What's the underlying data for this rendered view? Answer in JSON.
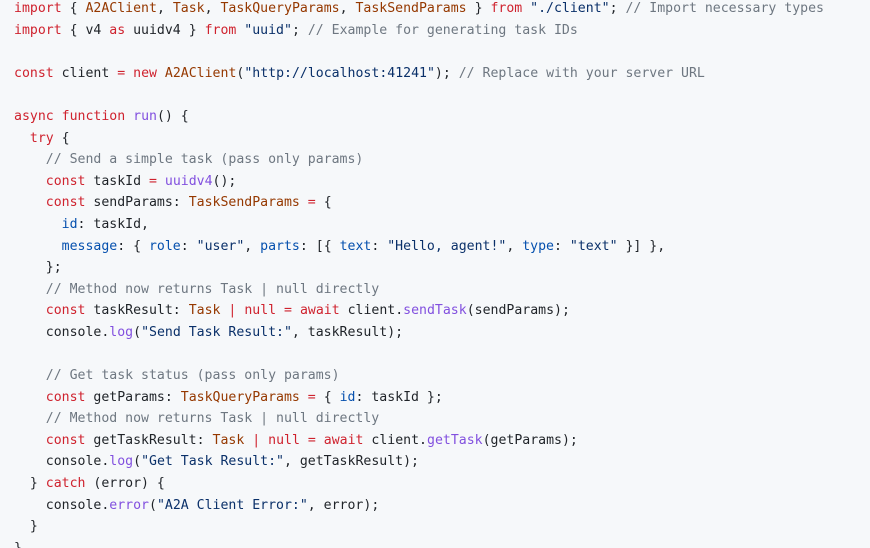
{
  "colors": {
    "background": "#f6f8fa",
    "keyword": "#cf222e",
    "string": "#0a3069",
    "comment": "#6e7781",
    "type": "#953800",
    "function": "#8250df",
    "property": "#0550ae",
    "text": "#1f2328"
  },
  "code": {
    "lines": [
      [
        [
          "kw",
          "import"
        ],
        [
          "plain",
          " { "
        ],
        [
          "type",
          "A2AClient"
        ],
        [
          "plain",
          ", "
        ],
        [
          "type",
          "Task"
        ],
        [
          "plain",
          ", "
        ],
        [
          "type",
          "TaskQueryParams"
        ],
        [
          "plain",
          ", "
        ],
        [
          "type",
          "TaskSendParams"
        ],
        [
          "plain",
          " } "
        ],
        [
          "kw",
          "from"
        ],
        [
          "plain",
          " "
        ],
        [
          "str",
          "\"./client\""
        ],
        [
          "plain",
          "; "
        ],
        [
          "com",
          "// Import necessary types"
        ]
      ],
      [
        [
          "kw",
          "import"
        ],
        [
          "plain",
          " { v4 "
        ],
        [
          "kw",
          "as"
        ],
        [
          "plain",
          " uuidv4 } "
        ],
        [
          "kw",
          "from"
        ],
        [
          "plain",
          " "
        ],
        [
          "str",
          "\"uuid\""
        ],
        [
          "plain",
          "; "
        ],
        [
          "com",
          "// Example for generating task IDs"
        ]
      ],
      [],
      [
        [
          "kw",
          "const"
        ],
        [
          "plain",
          " client "
        ],
        [
          "kw",
          "="
        ],
        [
          "plain",
          " "
        ],
        [
          "kw",
          "new"
        ],
        [
          "plain",
          " "
        ],
        [
          "type",
          "A2AClient"
        ],
        [
          "plain",
          "("
        ],
        [
          "str",
          "\"http://localhost:41241\""
        ],
        [
          "plain",
          "); "
        ],
        [
          "com",
          "// Replace with your server URL"
        ]
      ],
      [],
      [
        [
          "kw",
          "async"
        ],
        [
          "plain",
          " "
        ],
        [
          "kw",
          "function"
        ],
        [
          "plain",
          " "
        ],
        [
          "fn",
          "run"
        ],
        [
          "plain",
          "() {"
        ]
      ],
      [
        [
          "plain",
          "  "
        ],
        [
          "kw",
          "try"
        ],
        [
          "plain",
          " {"
        ]
      ],
      [
        [
          "plain",
          "    "
        ],
        [
          "com",
          "// Send a simple task (pass only params)"
        ]
      ],
      [
        [
          "plain",
          "    "
        ],
        [
          "kw",
          "const"
        ],
        [
          "plain",
          " taskId "
        ],
        [
          "kw",
          "="
        ],
        [
          "plain",
          " "
        ],
        [
          "fn",
          "uuidv4"
        ],
        [
          "plain",
          "();"
        ]
      ],
      [
        [
          "plain",
          "    "
        ],
        [
          "kw",
          "const"
        ],
        [
          "plain",
          " sendParams: "
        ],
        [
          "type",
          "TaskSendParams"
        ],
        [
          "plain",
          " "
        ],
        [
          "kw",
          "="
        ],
        [
          "plain",
          " {"
        ]
      ],
      [
        [
          "plain",
          "      "
        ],
        [
          "prop",
          "id"
        ],
        [
          "plain",
          ": taskId,"
        ]
      ],
      [
        [
          "plain",
          "      "
        ],
        [
          "prop",
          "message"
        ],
        [
          "plain",
          ": { "
        ],
        [
          "prop",
          "role"
        ],
        [
          "plain",
          ": "
        ],
        [
          "str",
          "\"user\""
        ],
        [
          "plain",
          ", "
        ],
        [
          "prop",
          "parts"
        ],
        [
          "plain",
          ": [{ "
        ],
        [
          "prop",
          "text"
        ],
        [
          "plain",
          ": "
        ],
        [
          "str",
          "\"Hello, agent!\""
        ],
        [
          "plain",
          ", "
        ],
        [
          "prop",
          "type"
        ],
        [
          "plain",
          ": "
        ],
        [
          "str",
          "\"text\""
        ],
        [
          "plain",
          " }] },"
        ]
      ],
      [
        [
          "plain",
          "    };"
        ]
      ],
      [
        [
          "plain",
          "    "
        ],
        [
          "com",
          "// Method now returns Task | null directly"
        ]
      ],
      [
        [
          "plain",
          "    "
        ],
        [
          "kw",
          "const"
        ],
        [
          "plain",
          " taskResult: "
        ],
        [
          "type",
          "Task"
        ],
        [
          "plain",
          " "
        ],
        [
          "kw",
          "|"
        ],
        [
          "plain",
          " "
        ],
        [
          "kw",
          "null"
        ],
        [
          "plain",
          " "
        ],
        [
          "kw",
          "="
        ],
        [
          "plain",
          " "
        ],
        [
          "kw",
          "await"
        ],
        [
          "plain",
          " client."
        ],
        [
          "fn",
          "sendTask"
        ],
        [
          "plain",
          "(sendParams);"
        ]
      ],
      [
        [
          "plain",
          "    console."
        ],
        [
          "fn",
          "log"
        ],
        [
          "plain",
          "("
        ],
        [
          "str",
          "\"Send Task Result:\""
        ],
        [
          "plain",
          ", taskResult);"
        ]
      ],
      [],
      [
        [
          "plain",
          "    "
        ],
        [
          "com",
          "// Get task status (pass only params)"
        ]
      ],
      [
        [
          "plain",
          "    "
        ],
        [
          "kw",
          "const"
        ],
        [
          "plain",
          " getParams: "
        ],
        [
          "type",
          "TaskQueryParams"
        ],
        [
          "plain",
          " "
        ],
        [
          "kw",
          "="
        ],
        [
          "plain",
          " { "
        ],
        [
          "prop",
          "id"
        ],
        [
          "plain",
          ": taskId };"
        ]
      ],
      [
        [
          "plain",
          "    "
        ],
        [
          "com",
          "// Method now returns Task | null directly"
        ]
      ],
      [
        [
          "plain",
          "    "
        ],
        [
          "kw",
          "const"
        ],
        [
          "plain",
          " getTaskResult: "
        ],
        [
          "type",
          "Task"
        ],
        [
          "plain",
          " "
        ],
        [
          "kw",
          "|"
        ],
        [
          "plain",
          " "
        ],
        [
          "kw",
          "null"
        ],
        [
          "plain",
          " "
        ],
        [
          "kw",
          "="
        ],
        [
          "plain",
          " "
        ],
        [
          "kw",
          "await"
        ],
        [
          "plain",
          " client."
        ],
        [
          "fn",
          "getTask"
        ],
        [
          "plain",
          "(getParams);"
        ]
      ],
      [
        [
          "plain",
          "    console."
        ],
        [
          "fn",
          "log"
        ],
        [
          "plain",
          "("
        ],
        [
          "str",
          "\"Get Task Result:\""
        ],
        [
          "plain",
          ", getTaskResult);"
        ]
      ],
      [
        [
          "plain",
          "  } "
        ],
        [
          "kw",
          "catch"
        ],
        [
          "plain",
          " (error) {"
        ]
      ],
      [
        [
          "plain",
          "    console."
        ],
        [
          "fn",
          "error"
        ],
        [
          "plain",
          "("
        ],
        [
          "str",
          "\"A2A Client Error:\""
        ],
        [
          "plain",
          ", error);"
        ]
      ],
      [
        [
          "plain",
          "  }"
        ]
      ],
      [
        [
          "plain",
          "}"
        ]
      ]
    ]
  }
}
